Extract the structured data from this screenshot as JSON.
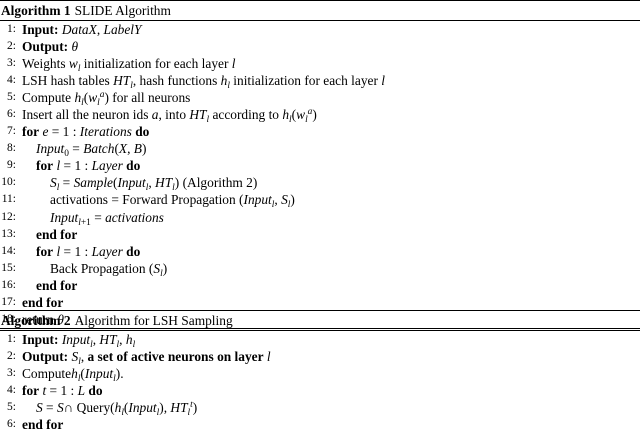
{
  "algo1": {
    "title": "Algorithm 1",
    "caption": "SLIDE Algorithm",
    "lines": [
      {
        "num": "1:",
        "indent": 0,
        "html": "<b>Input:</b> <i>DataX</i>, <i>LabelY</i>"
      },
      {
        "num": "2:",
        "indent": 0,
        "html": "<b>Output:</b> <i>θ</i>"
      },
      {
        "num": "3:",
        "indent": 0,
        "html": "Weights <i>w<sub>l</sub></i> initialization for each layer <i>l</i>"
      },
      {
        "num": "4:",
        "indent": 0,
        "html": "LSH hash tables <i>HT<sub>l</sub></i>, hash functions <i>h<sub>l</sub></i> initialization for each layer <i>l</i>"
      },
      {
        "num": "5:",
        "indent": 0,
        "html": "Compute <i>h<sub>l</sub></i>(<i>w<sub>l</sub><sup>a</sup></i>) for all neurons"
      },
      {
        "num": "6:",
        "indent": 0,
        "html": "Insert all the neuron ids <i>a</i>, into <i>HT<sub>l</sub></i> according to <i>h<sub>l</sub></i>(<i>w<sub>l</sub><sup>a</sup></i>)"
      },
      {
        "num": "7:",
        "indent": 0,
        "html": "<b>for</b> <i>e</i> = 1 : <i>Iterations</i> <b>do</b>"
      },
      {
        "num": "8:",
        "indent": 1,
        "html": "<i>Input</i><sub>0</sub> = <i>Batch</i>(<i>X</i>, <i>B</i>)"
      },
      {
        "num": "9:",
        "indent": 1,
        "html": "<b>for</b> <i>l</i> = 1 : <i>Layer</i> <b>do</b>"
      },
      {
        "num": "10:",
        "indent": 2,
        "html": "<i>S<sub>l</sub></i> = <i>Sample</i>(<i>Input<sub>l</sub></i>, <i>HT<sub>l</sub></i>) (Algorithm 2)"
      },
      {
        "num": "11:",
        "indent": 2,
        "html": "activations = Forward Propagation (<i>Input<sub>l</sub></i>, <i>S<sub>l</sub></i>)"
      },
      {
        "num": "12:",
        "indent": 2,
        "html": "<i>Input</i><sub><i>l</i>+1</sub> = <i>activations</i>"
      },
      {
        "num": "13:",
        "indent": 1,
        "html": "<b>end for</b>"
      },
      {
        "num": "14:",
        "indent": 1,
        "html": "<b>for</b> <i>l</i> = 1 : <i>Layer</i> <b>do</b>"
      },
      {
        "num": "15:",
        "indent": 2,
        "html": "Back Propagation (<i>S<sub>l</sub></i>)"
      },
      {
        "num": "16:",
        "indent": 1,
        "html": "<b>end for</b>"
      },
      {
        "num": "17:",
        "indent": 0,
        "html": "<b>end for</b>"
      },
      {
        "num": "18:",
        "indent": 0,
        "html": "return <i>θ</i>"
      }
    ]
  },
  "algo2": {
    "title": "Algorithm 2",
    "caption": "Algorithm for LSH Sampling",
    "lines": [
      {
        "num": "1:",
        "indent": 0,
        "html": "<b>Input:</b> <i>Input<sub>l</sub></i>, <i>HT<sub>l</sub></i>, <i>h<sub>l</sub></i>"
      },
      {
        "num": "2:",
        "indent": 0,
        "html": "<b>Output:</b> <i>S<sub>l</sub></i>, <b>a set of active neurons on layer</b> <i>l</i>"
      },
      {
        "num": "3:",
        "indent": 0,
        "html": "Compute<i>h<sub>l</sub></i>(<i>Input<sub>l</sub></i>)."
      },
      {
        "num": "4:",
        "indent": 0,
        "html": "<b>for</b> <i>t</i> = 1 : <i>L</i> <b>do</b>"
      },
      {
        "num": "5:",
        "indent": 1,
        "html": "<i>S</i> = <i>S</i>∩ Query(<i>h<sub>l</sub></i>(<i>Input<sub>l</sub></i>), <i>HT<sub>l</sub><sup>t</sup></i>)"
      },
      {
        "num": "6:",
        "indent": 0,
        "html": "<b>end for</b>"
      }
    ]
  }
}
